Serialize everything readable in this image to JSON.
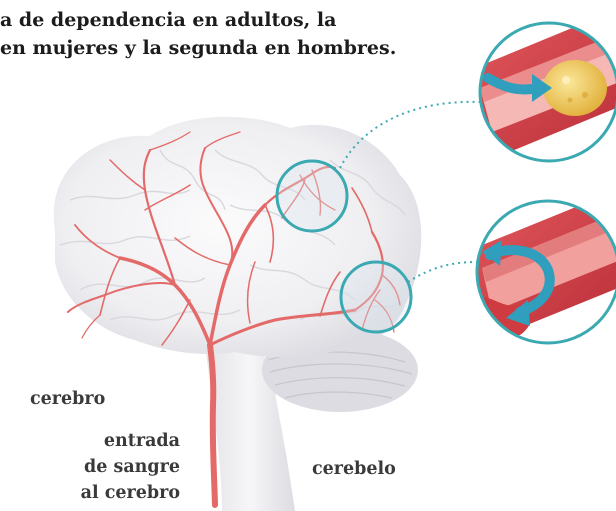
{
  "headline": {
    "line1": "a de dependencia en adultos, la",
    "line2": "en mujeres y la segunda en hombres."
  },
  "labels": {
    "brain": "cerebro",
    "blood_entry": [
      "entrada",
      "de sangre",
      "al cerebro"
    ],
    "cerebellum": "cerebelo"
  },
  "colors": {
    "artery": "#e36a68",
    "highlight_ring": "#3aa9b2",
    "vessel_wall": "#c5363c",
    "plaque": "#f2cf63",
    "arrow": "#2f9fbd",
    "brain_tissue": "#ededf0"
  },
  "insets": [
    {
      "name": "blocked-artery",
      "icon": "plaque-blockage"
    },
    {
      "name": "ruptured-artery",
      "icon": "hemorrhage"
    }
  ]
}
